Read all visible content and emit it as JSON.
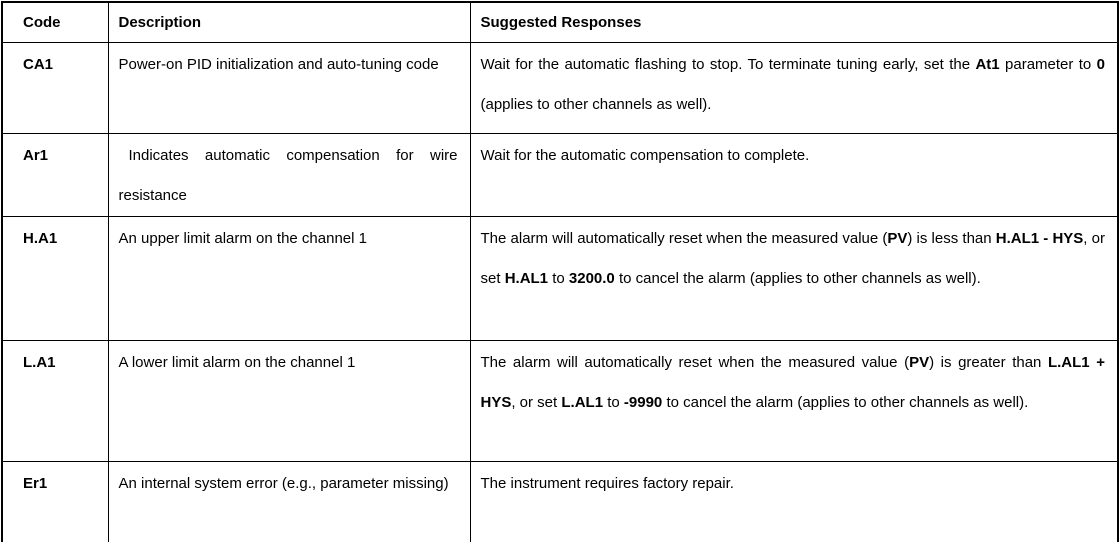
{
  "table": {
    "headers": [
      "Code",
      "Description",
      "Suggested Responses"
    ],
    "rows": [
      {
        "code": "CA1",
        "description": "Power-on PID initialization and auto-tuning code",
        "response": [
          {
            "t": "Wait for the automatic flashing to stop. To terminate tuning early, set the "
          },
          {
            "t": "At1",
            "b": true
          },
          {
            "t": " parameter to "
          },
          {
            "t": "0",
            "b": true
          },
          {
            "t": " (applies to other channels as well)."
          }
        ]
      },
      {
        "code": "Ar1",
        "description": "Indicates automatic compensation for wire resistance",
        "response": [
          {
            "t": "Wait for the automatic compensation to complete."
          }
        ]
      },
      {
        "code": "H.A1",
        "description": "An upper limit alarm on the channel 1",
        "response": [
          {
            "t": "The alarm will automatically reset when the measured value ("
          },
          {
            "t": "PV",
            "b": true
          },
          {
            "t": ") is less than "
          },
          {
            "t": "H.AL1 - HYS",
            "b": true
          },
          {
            "t": ", or set "
          },
          {
            "t": "H.AL1",
            "b": true
          },
          {
            "t": " to "
          },
          {
            "t": "3200.0",
            "b": true
          },
          {
            "t": " to cancel the alarm (applies to other channels as well)."
          }
        ]
      },
      {
        "code": "L.A1",
        "description": "A lower limit alarm on the channel 1",
        "response": [
          {
            "t": "The alarm will automatically reset when the measured value ("
          },
          {
            "t": "PV",
            "b": true
          },
          {
            "t": ") is greater than "
          },
          {
            "t": "L.AL1 + HYS",
            "b": true
          },
          {
            "t": ", or set "
          },
          {
            "t": "L.AL1",
            "b": true
          },
          {
            "t": " to "
          },
          {
            "t": "-9990",
            "b": true
          },
          {
            "t": " to cancel the alarm (applies to other channels as well)."
          }
        ]
      },
      {
        "code": "Er1",
        "description": "An internal system error (e.g., parameter missing)",
        "response": [
          {
            "t": "The instrument requires factory repair."
          }
        ]
      }
    ]
  }
}
